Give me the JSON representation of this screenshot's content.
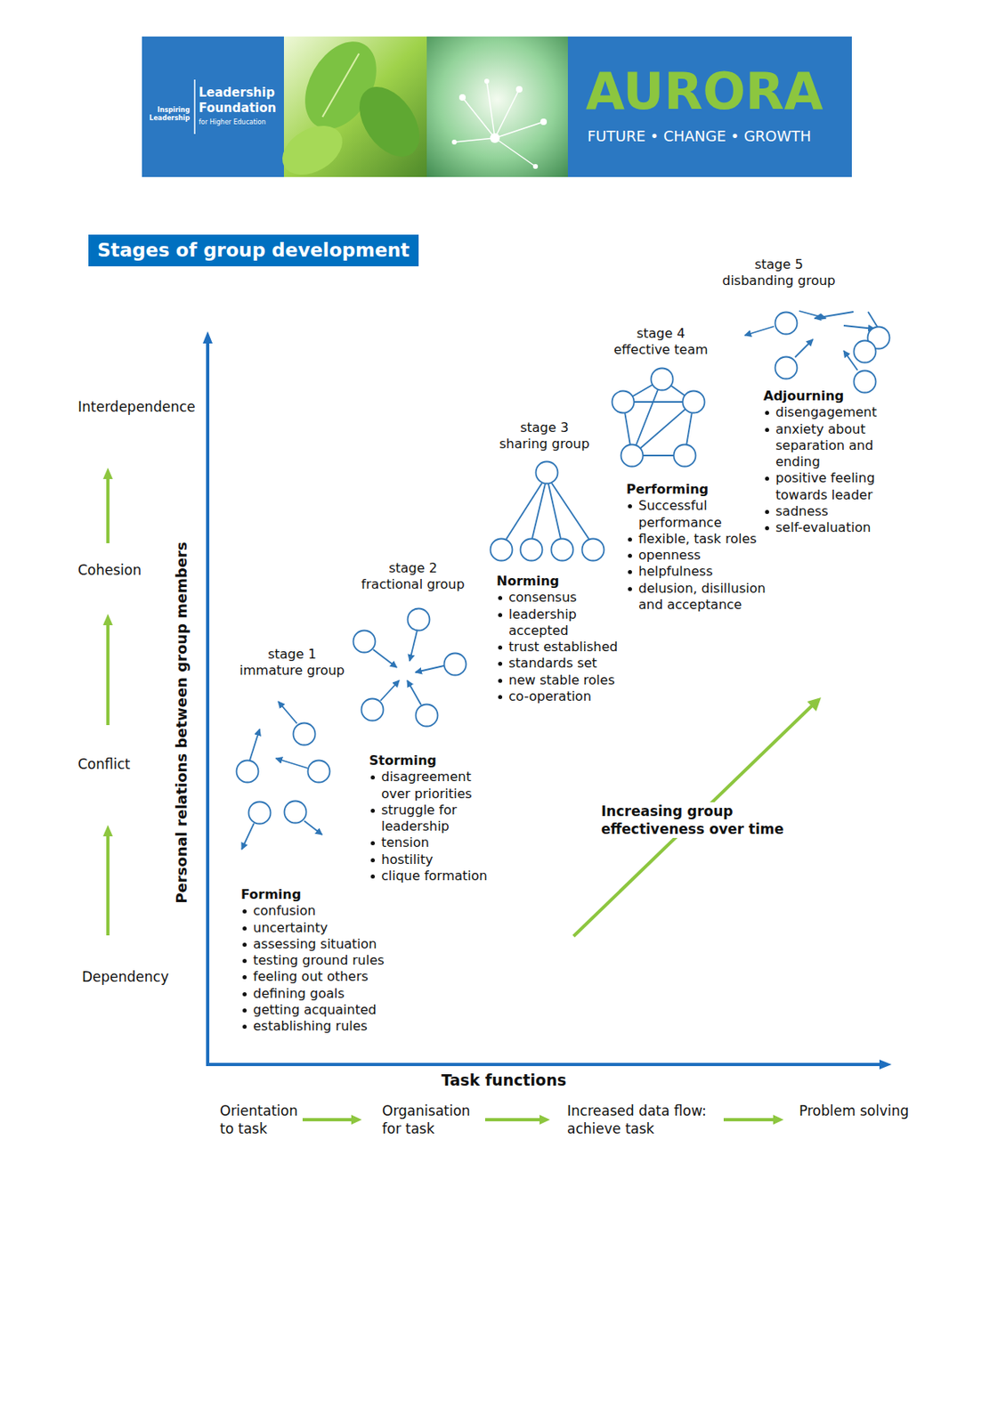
{
  "diagram": {
    "title": "Stages of group development",
    "labels": [
      "Inspiring Leadership",
      "Leadership Foundation",
      "for Higher Education",
      "AURORA",
      "FUTURE • CHANGE • GROWTH",
      "stage 5 disbanding group",
      "stage 4 effective team",
      "Interdependence",
      "stage 3 sharing group",
      "Adjourning",
      "disengagement",
      "anxiety about separation and ending",
      "positive feeling towards leader",
      "sadness",
      "self-evaluation",
      "Performing",
      "Successful performance",
      "flexible, task roles",
      "openness",
      "helpfulness",
      "delusion, disillusion and acceptance",
      "Cohesion",
      "stage 2 fractional group",
      "Norming",
      "consensus",
      "leadership accepted",
      "trust established",
      "standards set",
      "new stable roles",
      "co-operation",
      "stage 1 immature group",
      "Conflict",
      "Storming",
      "disagreement over priorities",
      "struggle for leadership",
      "tension",
      "hostility",
      "clique formation",
      "Increasing group effectiveness over time",
      "Personal relations between group members",
      "Forming",
      "confusion",
      "uncertainty",
      "assessing situation",
      "testing ground rules",
      "feeling out others",
      "defining goals",
      "getting acquainted",
      "establishing rules",
      "Dependency",
      "Task functions",
      "Orientation to task",
      "Organisation for task",
      "Increased data flow: achieve task",
      "Problem solving"
    ]
  }
}
